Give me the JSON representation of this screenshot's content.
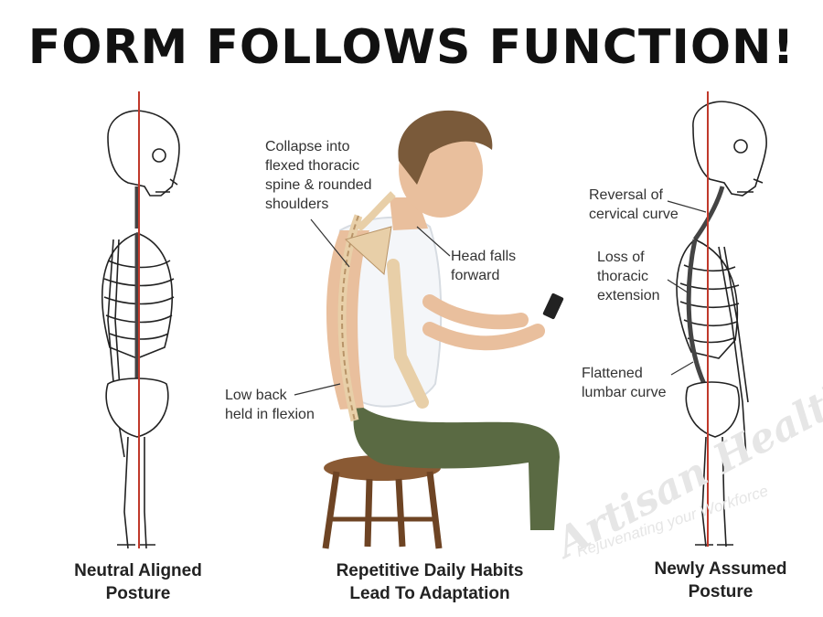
{
  "title": "FORM FOLLOWS FUNCTION!",
  "figures": {
    "left": {
      "caption": "Neutral Aligned\nPosture"
    },
    "middle": {
      "caption": "Repetitive Daily Habits\nLead To Adaptation"
    },
    "right": {
      "caption": "Newly Assumed\nPosture"
    }
  },
  "annotations": {
    "thoracic_collapse": "Collapse into\nflexed thoracic\nspine & rounded\nshoulders",
    "head_forward": "Head falls\nforward",
    "low_back": "Low back\nheld in flexion",
    "cervical": "Reversal of\ncervical curve",
    "thoracic_ext": "Loss of\nthoracic\nextension",
    "lumbar": "Flattened\nlumbar curve"
  },
  "watermark": {
    "brand": "Artisan Healthcare",
    "tagline": "Rejuvenating your Workforce"
  },
  "colors": {
    "plumb_line": "#c0392b",
    "bone": "#e8cfa8",
    "skin": "#e9bf9d",
    "shirt": "#f4f6f9",
    "pants": "#5a6a43",
    "stool": "#8a5a34"
  }
}
